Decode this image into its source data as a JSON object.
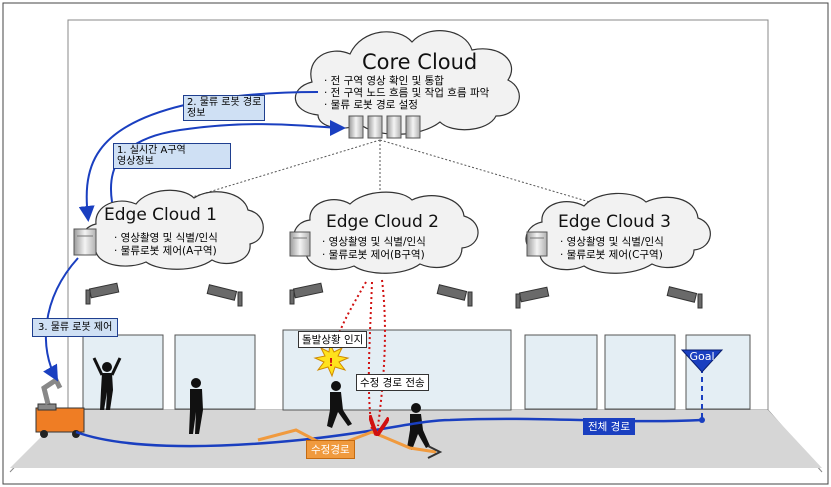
{
  "core_cloud": {
    "title": "Core Cloud",
    "bullets": [
      "· 전 구역 영상 확인 및 통합",
      "· 전 구역 노드 흐름 및 작업 흐름 파악",
      "· 물류 로봇 경로 설정"
    ]
  },
  "edge_clouds": [
    {
      "title": "Edge Cloud 1",
      "bullets": [
        "· 영상촬영 및 식별/인식",
        "· 물류로봇 제어(A구역)"
      ]
    },
    {
      "title": "Edge Cloud 2",
      "bullets": [
        "· 영상촬영 및 식별/인식",
        "· 물류로봇 제어(B구역)"
      ]
    },
    {
      "title": "Edge Cloud 3",
      "bullets": [
        "· 영상촬영 및 식별/인식",
        "· 물류로봇 제어(C구역)"
      ]
    }
  ],
  "steps": {
    "step1": {
      "line1": "1. 실시간 A구역",
      "line2": "영상정보"
    },
    "step2": {
      "line1": "2. 물류 로봇 경로",
      "line2": "정보"
    },
    "step3": "3. 물류 로봇 제어"
  },
  "labels": {
    "sudden_event": "돌발상황 인지",
    "modified_route_send": "수정 경로 전송",
    "modified_route": "수정경로",
    "full_route": "전체 경로",
    "goal": "Goal",
    "warning_mark": "!"
  },
  "colors": {
    "route_blue": "#1a3fc0",
    "modified_orange": "#f09a3e",
    "alert_red": "#d01010",
    "cloud_fill": "#f2f2f2",
    "building_fill": "#e4eef4"
  }
}
